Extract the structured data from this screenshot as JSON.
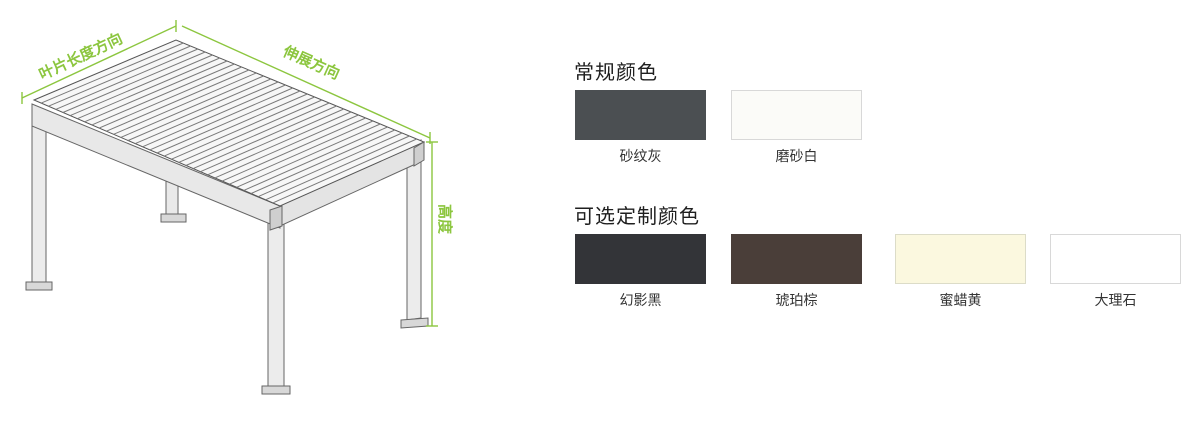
{
  "diagram": {
    "labels": {
      "blade_length_direction": "叶片长度方向",
      "extension_direction": "伸展方向",
      "height": "高度"
    },
    "accent_color": "#8cc63f"
  },
  "standard_colors": {
    "title": "常规颜色",
    "swatches": [
      {
        "name": "砂纹灰",
        "hex": "#4b4f52"
      },
      {
        "name": "磨砂白",
        "hex": "#fbfbf8"
      }
    ]
  },
  "custom_colors": {
    "title": "可选定制颜色",
    "swatches": [
      {
        "name": "幻影黑",
        "hex": "#333438"
      },
      {
        "name": "琥珀棕",
        "hex": "#4a3e39"
      },
      {
        "name": "蜜蜡黄",
        "hex": "#fbf8df"
      },
      {
        "name": "大理石",
        "hex": "#ffffff"
      }
    ]
  }
}
